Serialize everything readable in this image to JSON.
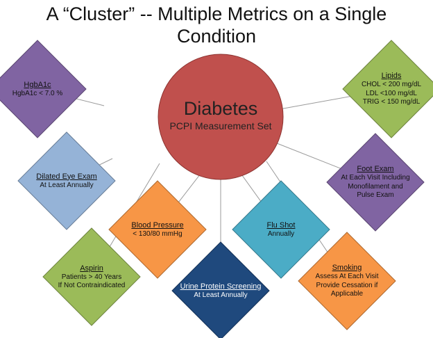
{
  "title_line1": "A “Cluster” -- Multiple Metrics on a Single",
  "title_line2": "Condition",
  "center": {
    "title": "Diabetes",
    "subtitle": "PCPI Measurement Set"
  },
  "colors": {
    "center": "#c0504d",
    "lines": "#9a9a9a"
  },
  "nodes": [
    {
      "id": "hgba1c",
      "heading": "HgbA1c",
      "lines": [
        "HgbA1c < 7.0 %"
      ],
      "color": "#8064a2"
    },
    {
      "id": "dilated-eye-exam",
      "heading": "Dilated Eye Exam",
      "lines": [
        "At Least Annually"
      ],
      "color": "#95b3d7"
    },
    {
      "id": "aspirin",
      "heading": "Aspirin",
      "lines": [
        "Patients > 40 Years",
        "If Not Contraindicated"
      ],
      "color": "#9bbb59"
    },
    {
      "id": "blood-pressure",
      "heading": "Blood Pressure",
      "lines": [
        "< 130/80 mmHg"
      ],
      "color": "#f79646"
    },
    {
      "id": "urine-protein-screening",
      "heading": "Urine Protein Screening",
      "lines": [
        "At Least Annually"
      ],
      "color": "#1f497d"
    },
    {
      "id": "flu-shot",
      "heading": "Flu Shot",
      "lines": [
        "Annually"
      ],
      "color": "#4bacc6"
    },
    {
      "id": "smoking",
      "heading": "Smoking",
      "lines": [
        "Assess At Each Visit",
        "Provide Cessation if",
        "Applicable"
      ],
      "color": "#f79646"
    },
    {
      "id": "foot-exam",
      "heading": "Foot Exam",
      "lines": [
        "At Each Visit Including",
        "Monofilament and",
        "Pulse Exam"
      ],
      "color": "#8064a2"
    },
    {
      "id": "lipids",
      "heading": "Lipids",
      "lines": [
        "CHOL <  200 mg/dL",
        "LDL <100 mg/dL",
        "TRIG < 150 mg/dL"
      ],
      "color": "#9bbb59"
    }
  ]
}
